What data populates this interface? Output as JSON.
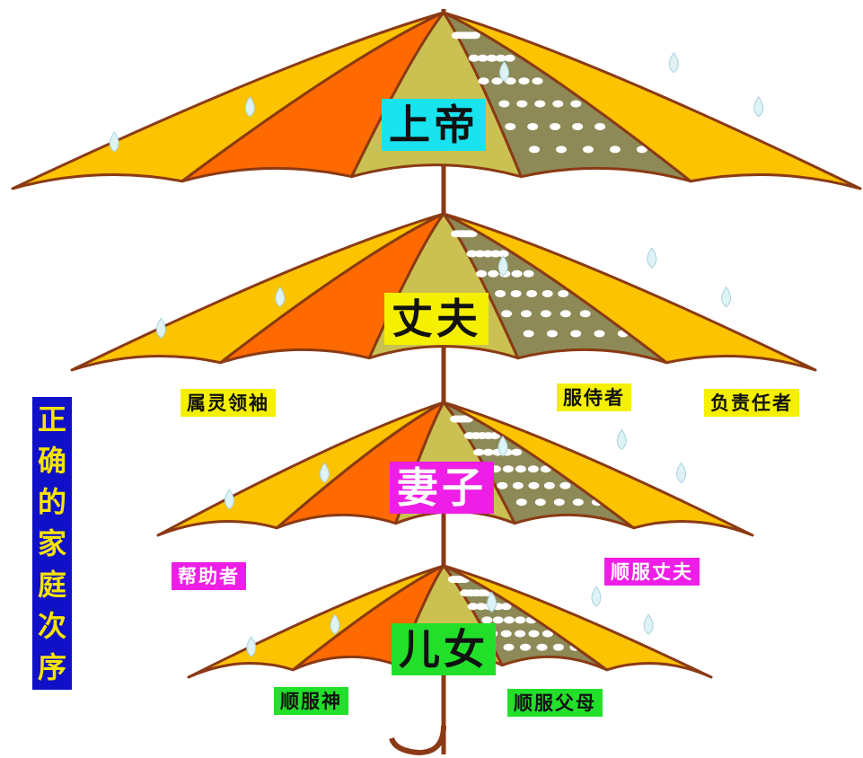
{
  "colors": {
    "yellow_panel": "#fbc300",
    "orange_panel": "#ff6a00",
    "olive_panel": "#cbc153",
    "dotted_panel": "#8d8a57",
    "rim": "#8a3a14",
    "label_cyan": "#19e3ee",
    "label_yellow": "#f4f000",
    "label_magenta": "#ee1ee6",
    "label_green": "#22e02a",
    "vertical_bg": "#1010c8",
    "vertical_text": "#f6e400"
  },
  "umbrellas": [
    {
      "label": "上帝",
      "label_color": "#19e3ee",
      "text_color": "#111111"
    },
    {
      "label": "丈夫",
      "label_color": "#f4f000",
      "text_color": "#111111"
    },
    {
      "label": "妻子",
      "label_color": "#ee1ee6",
      "text_color": "#ffffff"
    },
    {
      "label": "儿女",
      "label_color": "#22e02a",
      "text_color": "#111111"
    }
  ],
  "husband_roles": [
    "属灵领袖",
    "服侍者",
    "负责任者"
  ],
  "wife_roles": [
    "帮助者",
    "顺服丈夫"
  ],
  "children_roles": [
    "顺服神",
    "顺服父母"
  ],
  "side_title": [
    "正",
    "确",
    "的",
    "家",
    "庭",
    "次",
    "序"
  ]
}
